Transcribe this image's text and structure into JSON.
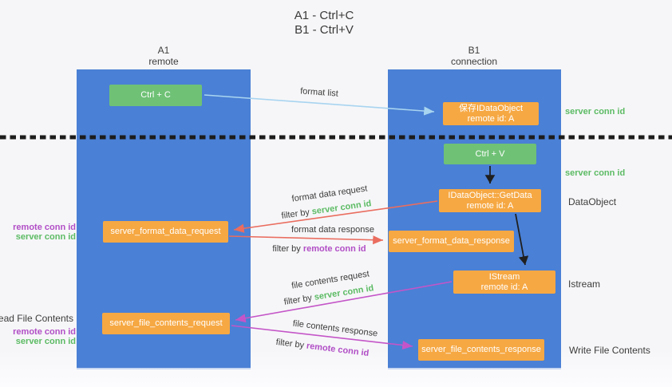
{
  "title": {
    "line1": "A1 - Ctrl+C",
    "line2": "B1 - Ctrl+V"
  },
  "lanes": {
    "left": {
      "title": "A1",
      "subtitle": "remote"
    },
    "right": {
      "title": "B1",
      "subtitle": "connection"
    }
  },
  "boxes": {
    "ctrl_c": {
      "label": "Ctrl + C"
    },
    "save_dataobject": {
      "line1": "保存IDataObject",
      "line2": "remote id: A"
    },
    "ctrl_v": {
      "label": "Ctrl + V"
    },
    "getdata": {
      "line1": "IDataObject::GetData",
      "line2": "remote id: A"
    },
    "format_request": {
      "label": "server_format_data_request"
    },
    "format_response": {
      "label": "server_format_data_response"
    },
    "istream": {
      "line1": "IStream",
      "line2": "remote id: A"
    },
    "file_request": {
      "label": "server_file_contents_request"
    },
    "file_response": {
      "label": "server_file_contents_response"
    }
  },
  "arrows": {
    "format_list": {
      "label": "format list"
    },
    "format_data_request": {
      "label": "format data request",
      "filter_prefix": "filter by",
      "filter_id": "server conn id"
    },
    "format_data_response": {
      "label": "format data response",
      "filter_prefix": "filter by",
      "filter_id": "remote conn id"
    },
    "file_contents_request": {
      "label": "file contents request",
      "filter_prefix": "filter by",
      "filter_id": "server conn id"
    },
    "file_contents_response": {
      "label": "file contents response",
      "filter_prefix": "filter by",
      "filter_id": "remote conn id"
    }
  },
  "side_labels": {
    "right_server_conn_top": "server conn id",
    "right_server_conn_mid": "server conn id",
    "right_dataobject": "DataObject",
    "right_istream": "Istream",
    "right_write_file": "Write File Contents",
    "left_remote_conn_top": "remote conn id",
    "left_server_conn_top": "server conn id",
    "left_read_file": "Read File Contents",
    "left_remote_conn_bottom": "remote conn id",
    "left_server_conn_bottom": "server conn id"
  },
  "colors": {
    "lane_blue": "#4a80d5",
    "box_green": "#6fc176",
    "box_orange": "#f6a843",
    "arrow_light_blue": "#a8d4f0",
    "arrow_red": "#ea6d5f",
    "arrow_magenta": "#c455c8",
    "arrow_black": "#1f1f1f",
    "text_green": "#5cbb64",
    "text_purple": "#b14ec6"
  }
}
